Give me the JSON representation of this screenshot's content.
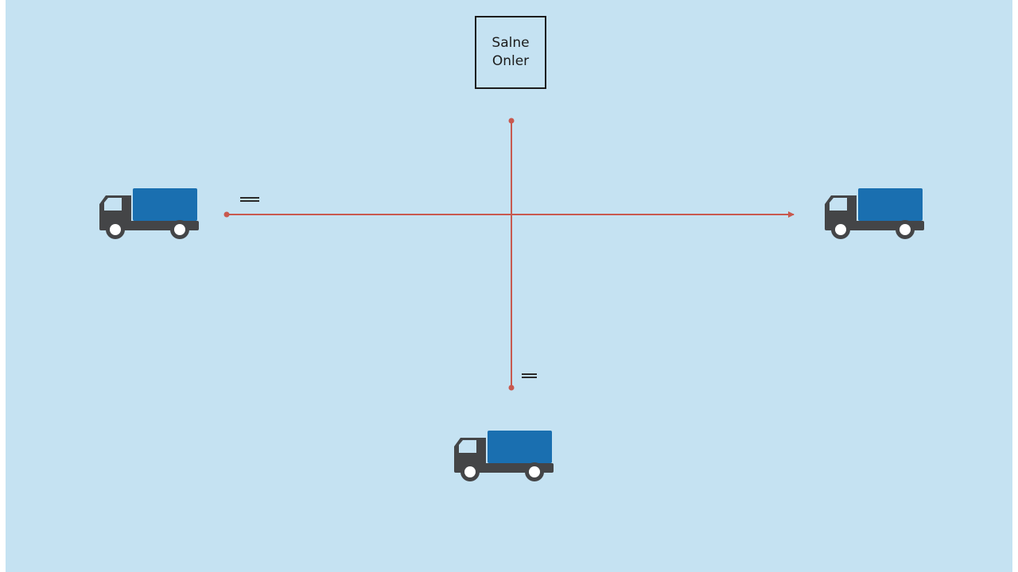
{
  "diagram": {
    "central_node": {
      "line1": "Salne",
      "line2": "Onler"
    },
    "nodes": [
      {
        "id": "truck-left",
        "icon": "truck-icon"
      },
      {
        "id": "truck-right",
        "icon": "truck-icon"
      },
      {
        "id": "truck-bottom",
        "icon": "truck-icon"
      }
    ],
    "edges": [
      {
        "from": "central_node",
        "to": "junction"
      },
      {
        "from": "junction",
        "to": "truck-left"
      },
      {
        "from": "junction",
        "to": "truck-right"
      },
      {
        "from": "junction",
        "to": "truck-bottom"
      }
    ]
  },
  "colors": {
    "background": "#c5e2f2",
    "connector": "#c8594f",
    "truck_body": "#444547",
    "truck_cargo": "#1a6fb0",
    "node_border": "#1c1c1c"
  }
}
